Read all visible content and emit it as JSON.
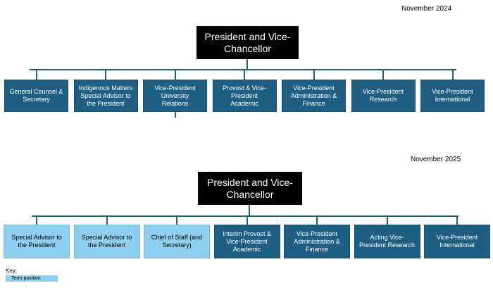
{
  "chart_2024": {
    "date": "November 2024",
    "top": "President and Vice-Chancellor",
    "boxes": [
      "General Counsel & Secretary",
      "Indigenous Matters Special Advisor to the President",
      "Vice-President University Relations",
      "Provost & Vice-President Academic",
      "Vice-President Administration & Finance",
      "Vice-President Research",
      "Vice-President International"
    ]
  },
  "chart_2025": {
    "date": "November 2025",
    "top": "President and Vice-Chancellor",
    "boxes": [
      {
        "label": "Special Advisor to the President",
        "term": true
      },
      {
        "label": "Special Advisor to the President",
        "term": true
      },
      {
        "label": "Chief of Staff (and Secretary)",
        "term": true
      },
      {
        "label": "Interim Provost & Vice-President Academic",
        "term": false
      },
      {
        "label": "Vice-President Administration & Finance",
        "term": false
      },
      {
        "label": "Acting Vice-President Research",
        "term": false
      },
      {
        "label": "Vice-President International",
        "term": false
      }
    ]
  },
  "key": {
    "title": "Key:",
    "term_position": "Term position"
  },
  "colors": {
    "dark_box": "#1e5f82",
    "term_box": "#8ecfef",
    "top_box": "#000000"
  }
}
